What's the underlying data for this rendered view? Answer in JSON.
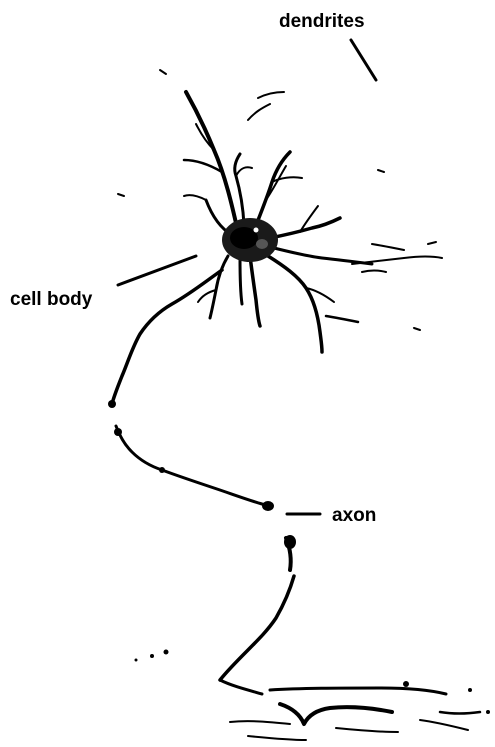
{
  "labels": {
    "dendrites": "dendrites",
    "cell_body": "cell body",
    "axon": "axon"
  },
  "colors": {
    "ink": "#000000",
    "background": "#ffffff"
  }
}
